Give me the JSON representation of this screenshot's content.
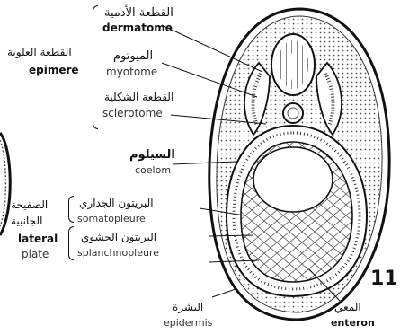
{
  "figure": {
    "number": "11",
    "colors": {
      "ink": "#111111",
      "fill_dark": "#2a2a2a",
      "fill_mid": "#8a8a8a",
      "paper": "#ffffff"
    }
  },
  "labels": {
    "dermatome": {
      "ar": "القطعة الأدمية",
      "en": "dermatome"
    },
    "epimere": {
      "ar": "القطعة العلوية",
      "en": "epimere"
    },
    "myotome": {
      "ar": "الميوتوم",
      "en": "myotome"
    },
    "sclerotome": {
      "ar": "القطعة الشكلية",
      "en": "sclerotome"
    },
    "coelom": {
      "ar": "السيلوم",
      "en": "coelom"
    },
    "lateral_plate": {
      "ar_line1": "الصفيحة",
      "ar_line2": "الجانبية",
      "en_line1": "lateral",
      "en_line2": "plate"
    },
    "somatopleure": {
      "ar": "البريتون الجداري",
      "en": "somatopleure"
    },
    "splanchnopleure": {
      "ar": "البريتون الحشوي",
      "en": "splanchnopleure"
    },
    "epidermis": {
      "ar": "البشرة",
      "en": "epidermis"
    },
    "enteron": {
      "ar": "المعي",
      "en": "enteron"
    }
  }
}
